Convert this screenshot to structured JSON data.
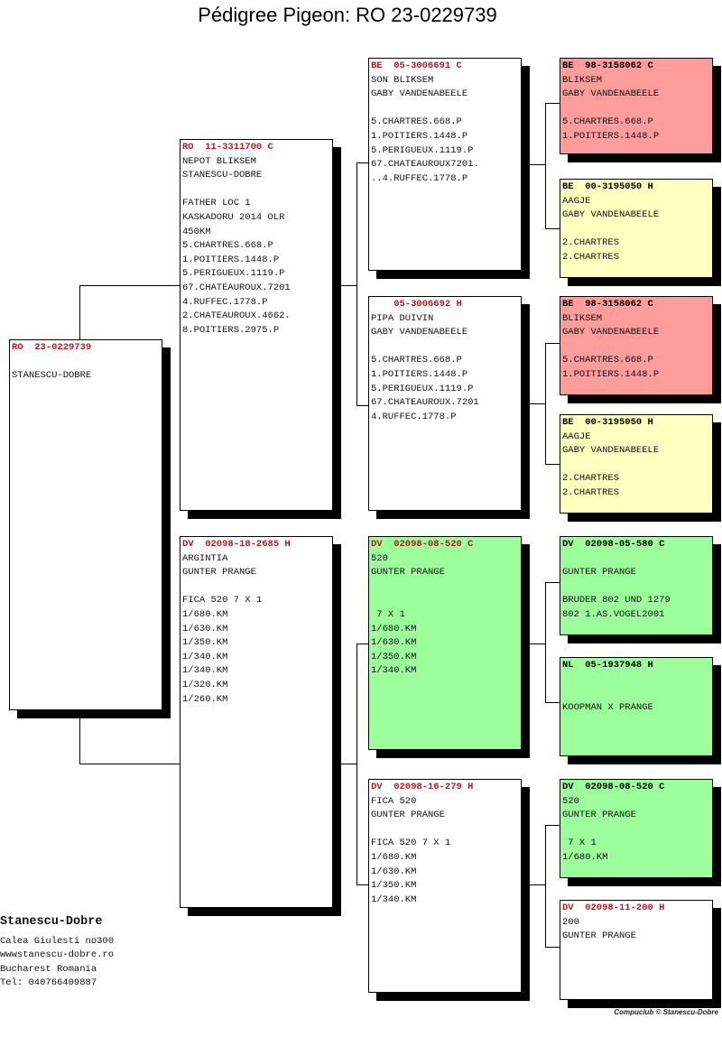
{
  "title": "Pédigree Pigeon: RO  23-0229739",
  "subject": {
    "header": "RO  23-0229739",
    "lines": [
      "",
      "STANESCU-DOBRE"
    ]
  },
  "father": {
    "header": "RO  11-3311700 C",
    "lines": [
      "NEPOT BLIKSEM",
      "STANESCU-DOBRE",
      "",
      "FATHER LOC 1",
      "KASKADORU 2014 OLR",
      "450KM",
      "5.CHARTRES.668.P",
      "1.POITIERS.1448.P",
      "5.PERIGUEUX.1119.P",
      "67.CHATEAUROUX.7201",
      "4.RUFFEC.1778.P",
      "2.CHATEAUROUX.4662.",
      "8.POITIERS.2975.P"
    ]
  },
  "mother": {
    "header": "DV  02098-18-2685 H",
    "lines": [
      "ARGINTIA",
      "GUNTER PRANGE",
      "",
      "FICA 520 7 X 1",
      "1/680.KM",
      "1/630.KM",
      "1/350.KM",
      "1/340.KM",
      "1/340.KM",
      "1/320.KM",
      "1/260.KM"
    ]
  },
  "ff": {
    "header": "BE  05-3006691 C",
    "lines": [
      "SON BLIKSEM",
      "GABY VANDENABEELE",
      "",
      "5.CHARTRES.668.P",
      "1.POITIERS.1448.P",
      "5.PERIGUEUX.1119.P",
      "67.CHATEAUROUX7201.",
      "..4.RUFFEC.1778.P"
    ]
  },
  "fm": {
    "header": "    05-3006692 H",
    "lines": [
      "PIPA DUIVIN",
      "GABY VANDENABEELE",
      "",
      "5.CHARTRES.668.P",
      "1.POITIERS.1448.P",
      "5.PERIGUEUX.1119.P",
      "67.CHATEAUROUX.7201",
      "4.RUFFEC.1778.P"
    ]
  },
  "mf": {
    "header": "DV  02098-08-520 C",
    "lines": [
      "520",
      "GUNTER PRANGE",
      "",
      "",
      " 7 X 1",
      "1/680.KM",
      "1/630.KM",
      "1/350.KM",
      "1/340.KM"
    ]
  },
  "mm": {
    "header": "DV  02098-16-279 H",
    "lines": [
      "FICA 520",
      "GUNTER PRANGE",
      "",
      "FICA 520 7 X 1",
      "1/680.KM",
      "1/630.KM",
      "1/350.KM",
      "1/340.KM"
    ]
  },
  "fff": {
    "header": "BE  98-3158062 C",
    "lines": [
      "BLIKSEM",
      "GABY VANDENABEELE",
      "",
      "5.CHARTRES.668.P",
      "1.POITIERS.1448.P"
    ]
  },
  "ffm": {
    "header": "BE  00-3195050 H",
    "lines": [
      "AAGJE",
      "GABY VANDENABEELE",
      "",
      "2.CHARTRES",
      "2.CHARTRES"
    ]
  },
  "fmf": {
    "header": "BE  98-3158062 C",
    "lines": [
      "BLIKSEM",
      "GABY VANDENABEELE",
      "",
      "5.CHARTRES.668.P",
      "1.POITIERS.1448.P"
    ]
  },
  "fmm": {
    "header": "BE  00-3195050 H",
    "lines": [
      "AAGJE",
      "GABY VANDENABEELE",
      "",
      "2.CHARTRES",
      "2.CHARTRES"
    ]
  },
  "mff": {
    "header": "DV  02098-05-580 C",
    "lines": [
      "",
      "GUNTER PRANGE",
      "",
      "BRUDER 802 UND 1279",
      "802 1.AS.VOGEL2001"
    ]
  },
  "mfm": {
    "header": "NL  05-1937948 H",
    "lines": [
      "",
      "",
      "KOOPMAN X PRANGE"
    ]
  },
  "mmf": {
    "header": "DV  02098-08-520 C",
    "lines": [
      "520",
      "GUNTER PRANGE",
      "",
      " 7 X 1",
      "1/680.KM"
    ]
  },
  "mmm": {
    "header": "DV  02098-11-200 H",
    "lines": [
      "200",
      "GUNTER PRANGE"
    ]
  },
  "footer": {
    "name": "Stanescu-Dobre",
    "address": "Calea Giulesti no300",
    "website": "wwwstanescu-dobre.ro",
    "city": "Bucharest Romania",
    "tel": "Tel: 040766409887"
  },
  "credit": "Compuclub © Stanescu-Dobre",
  "colors": {
    "header_red": "#c0161b",
    "pink": "#ff9c9c",
    "yellow": "#ffffc0",
    "green": "#9cff9c"
  }
}
